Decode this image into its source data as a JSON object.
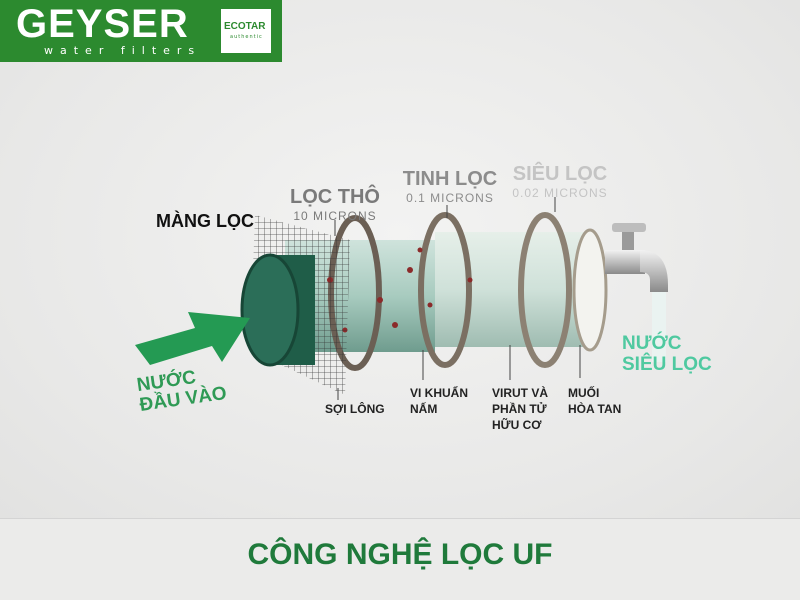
{
  "logo": {
    "brand": "GEYSER",
    "tagline": "water filters",
    "badge": "ECOTAR",
    "badge_sub": "authentic",
    "color": "#2c8a2f"
  },
  "stages": [
    {
      "name": "MÀNG LỌC"
    },
    {
      "name": "LỌC THÔ",
      "detail": "10 MICRONS"
    },
    {
      "name": "TINH LỌC",
      "detail": "0.1 MICRONS"
    },
    {
      "name": "SIÊU LỌC",
      "detail": "0.02 MICRONS"
    }
  ],
  "captions": [
    {
      "lines": [
        "SỢI LÔNG"
      ]
    },
    {
      "lines": [
        "VI KHUẨN",
        "NẤM"
      ]
    },
    {
      "lines": [
        "VIRUT VÀ",
        "PHẦN TỬ",
        "HỮU CƠ"
      ]
    },
    {
      "lines": [
        "MUỐI",
        "HÒA TAN"
      ]
    }
  ],
  "input": {
    "lines": [
      "NƯỚC",
      "ĐẦU VÀO"
    ],
    "color": "#2f9a55"
  },
  "output": {
    "lines": [
      "NƯỚC",
      "SIÊU LỌC"
    ],
    "color": "#4fc9a0"
  },
  "title": "CÔNG NGHỆ LỌC UF",
  "title_color": "#1f7a3b"
}
